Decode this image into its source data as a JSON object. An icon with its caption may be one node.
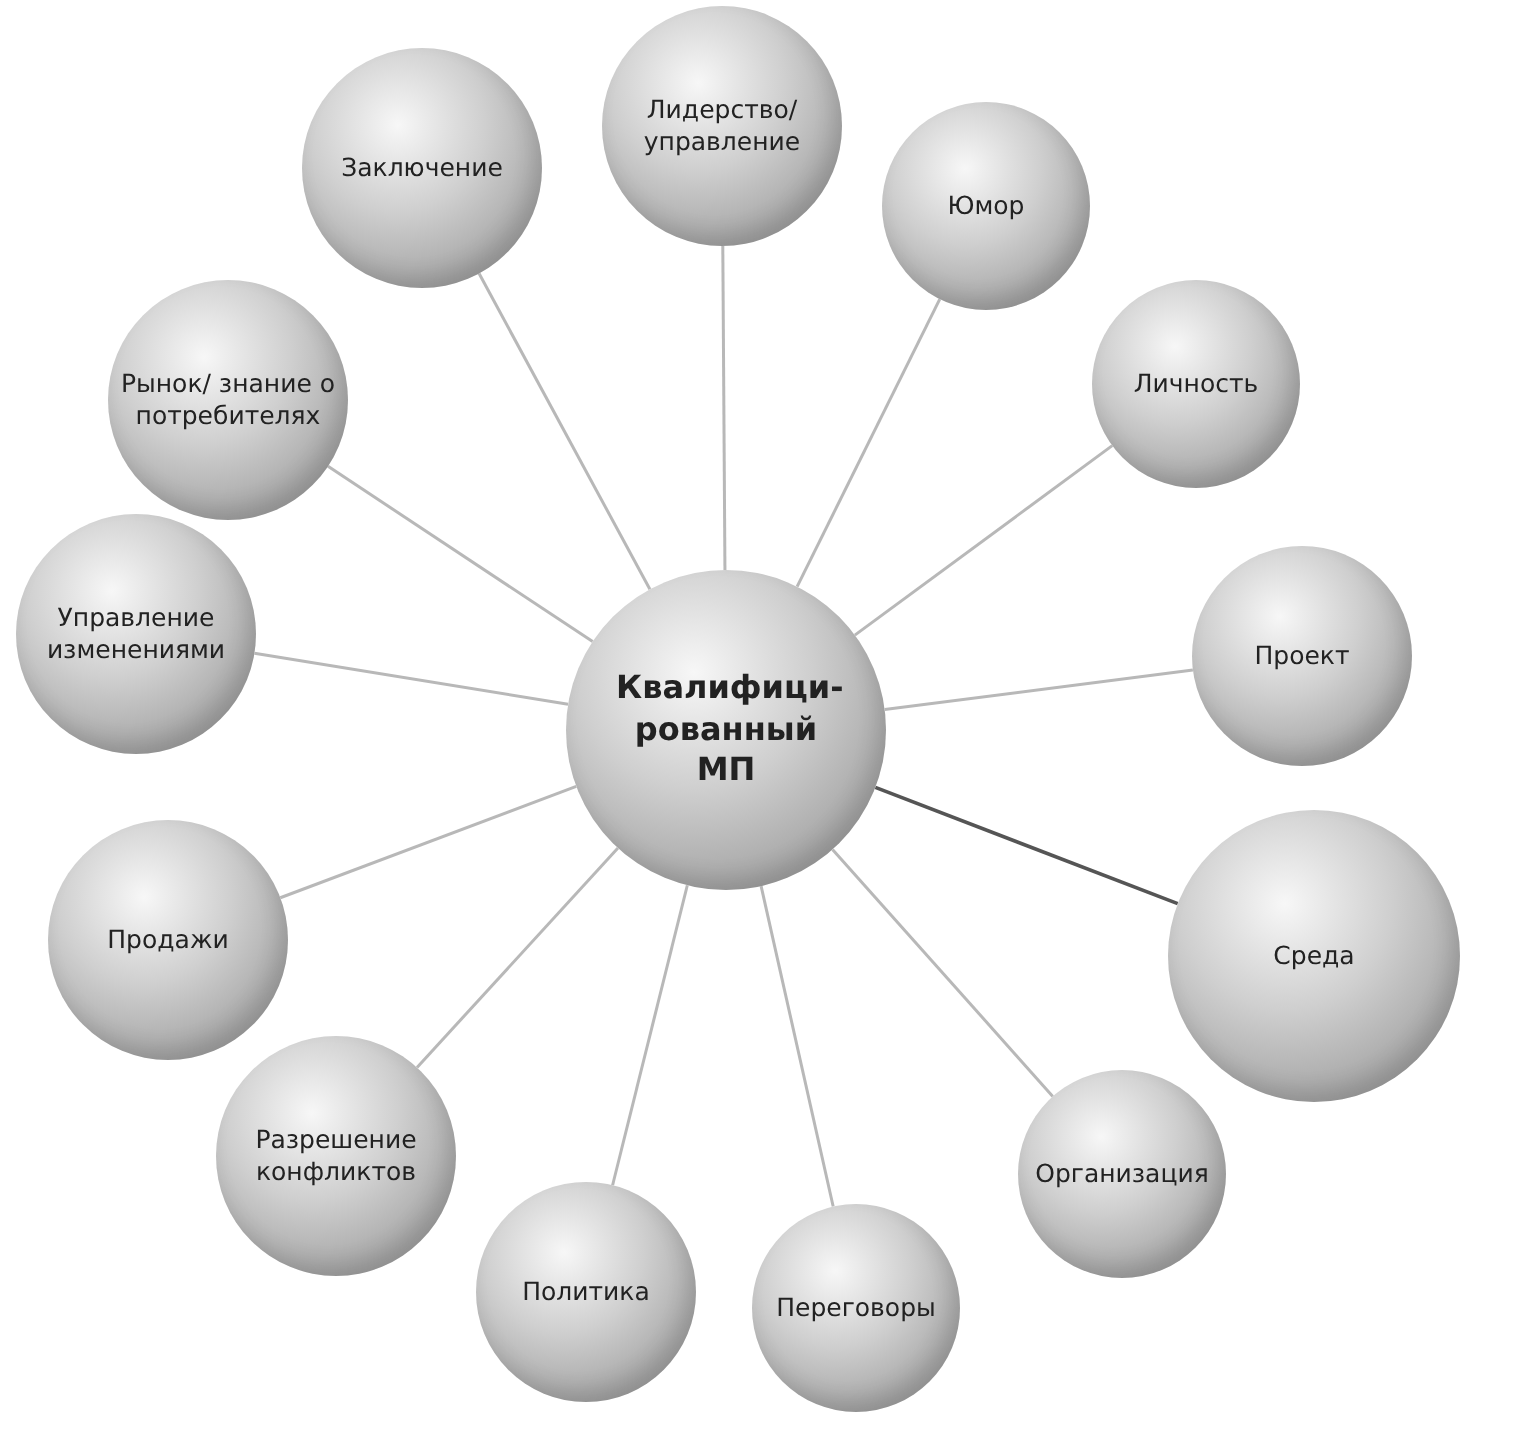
{
  "diagram": {
    "nodes": [
      {
        "text": [
          "Квалифици-рованный МП"
        ]
      },
      {
        "text": [
          "Лидерство/ управление"
        ]
      },
      {
        "text": [
          "Юмор"
        ]
      },
      {
        "text": [
          "Личность"
        ]
      },
      {
        "text": [
          "Проект"
        ]
      },
      {
        "text": [
          "Среда"
        ]
      },
      {
        "text": [
          "Организация"
        ]
      },
      {
        "text": [
          "Переговоры"
        ]
      },
      {
        "text": [
          "Политика"
        ]
      },
      {
        "text": [
          "Разрешение конфликтов"
        ]
      },
      {
        "text": [
          "Продажи"
        ]
      },
      {
        "text": [
          "Управление изменениями"
        ]
      },
      {
        "text": [
          "Рынок/ знание о потребителях"
        ]
      },
      {
        "text": [
          "Заключение"
        ]
      }
    ],
    "edges": [
      {
        "from": 0,
        "to": 1,
        "arrow": "none"
      },
      {
        "from": 0,
        "to": 2,
        "arrow": "none"
      },
      {
        "from": 0,
        "to": 3,
        "arrow": "none"
      },
      {
        "from": 0,
        "to": 4,
        "arrow": "none"
      },
      {
        "from": 0,
        "to": 5,
        "arrow": "none",
        "color": "#555555"
      },
      {
        "from": 0,
        "to": 6,
        "arrow": "none"
      },
      {
        "from": 0,
        "to": 7,
        "arrow": "none"
      },
      {
        "from": 0,
        "to": 8,
        "arrow": "none"
      },
      {
        "from": 0,
        "to": 9,
        "arrow": "none"
      },
      {
        "from": 0,
        "to": 10,
        "arrow": "none"
      },
      {
        "from": 0,
        "to": 11,
        "arrow": "none"
      },
      {
        "from": 0,
        "to": 12,
        "arrow": "none"
      },
      {
        "from": 0,
        "to": 13,
        "arrow": "none"
      }
    ]
  }
}
